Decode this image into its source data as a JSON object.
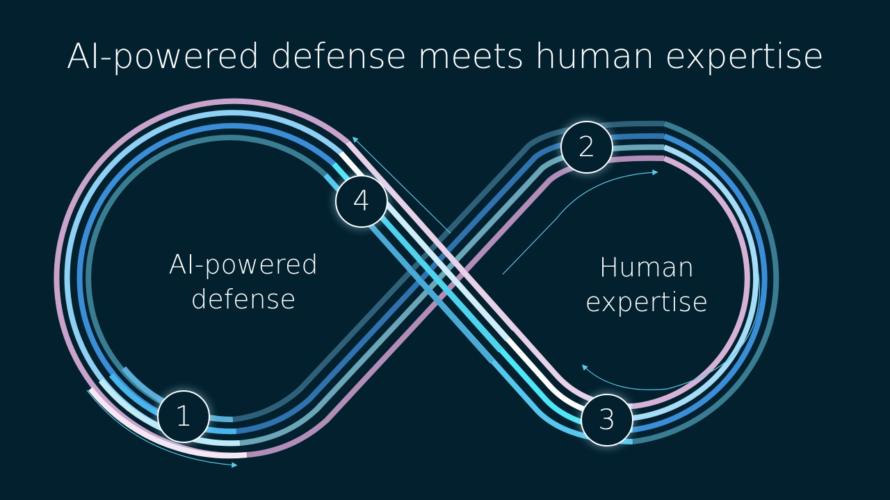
{
  "title": "AI-powered defense meets human expertise",
  "loops": {
    "left": {
      "line1": "AI-powered",
      "line2": "defense"
    },
    "right": {
      "line1": "Human",
      "line2": "expertise"
    }
  },
  "steps": [
    {
      "number": "1",
      "position": "left loop bottom"
    },
    {
      "number": "2",
      "position": "right loop top-left"
    },
    {
      "number": "3",
      "position": "right loop bottom"
    },
    {
      "number": "4",
      "position": "left loop top-right"
    }
  ],
  "colors": {
    "background": "#02202d",
    "pink": "#c9a3cc",
    "light_blue": "#8fd0f5",
    "mid_blue": "#3b8ed6",
    "teal": "#3a7d93",
    "cyan": "#4fe6f7",
    "white": "#ffffff"
  }
}
